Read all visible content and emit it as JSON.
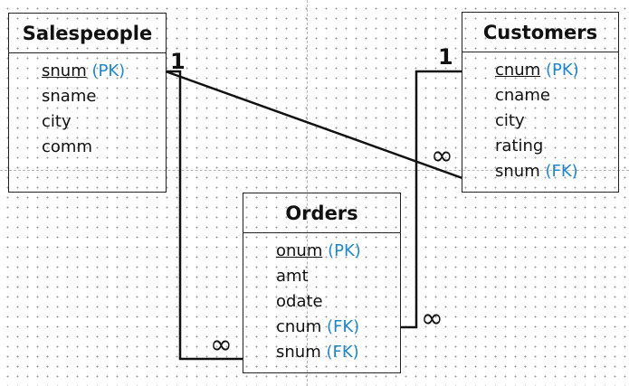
{
  "entities": {
    "salespeople": {
      "title": "Salespeople",
      "attrs": [
        {
          "name": "snum",
          "key": "(PK)"
        },
        {
          "name": "sname"
        },
        {
          "name": "city"
        },
        {
          "name": "comm"
        }
      ]
    },
    "customers": {
      "title": "Customers",
      "attrs": [
        {
          "name": "cnum",
          "key": "(PK)"
        },
        {
          "name": "cname"
        },
        {
          "name": "city"
        },
        {
          "name": "rating"
        },
        {
          "name": "snum",
          "key": "(FK)"
        }
      ]
    },
    "orders": {
      "title": "Orders",
      "attrs": [
        {
          "name": "onum",
          "key": "(PK)"
        },
        {
          "name": "amt"
        },
        {
          "name": "odate"
        },
        {
          "name": "cnum",
          "key": "(FK)"
        },
        {
          "name": "snum",
          "key": "(FK)"
        }
      ]
    }
  },
  "cardinality": {
    "one": "1",
    "many": "∞"
  },
  "colors": {
    "key": "#1f86c8",
    "line": "#111111"
  }
}
